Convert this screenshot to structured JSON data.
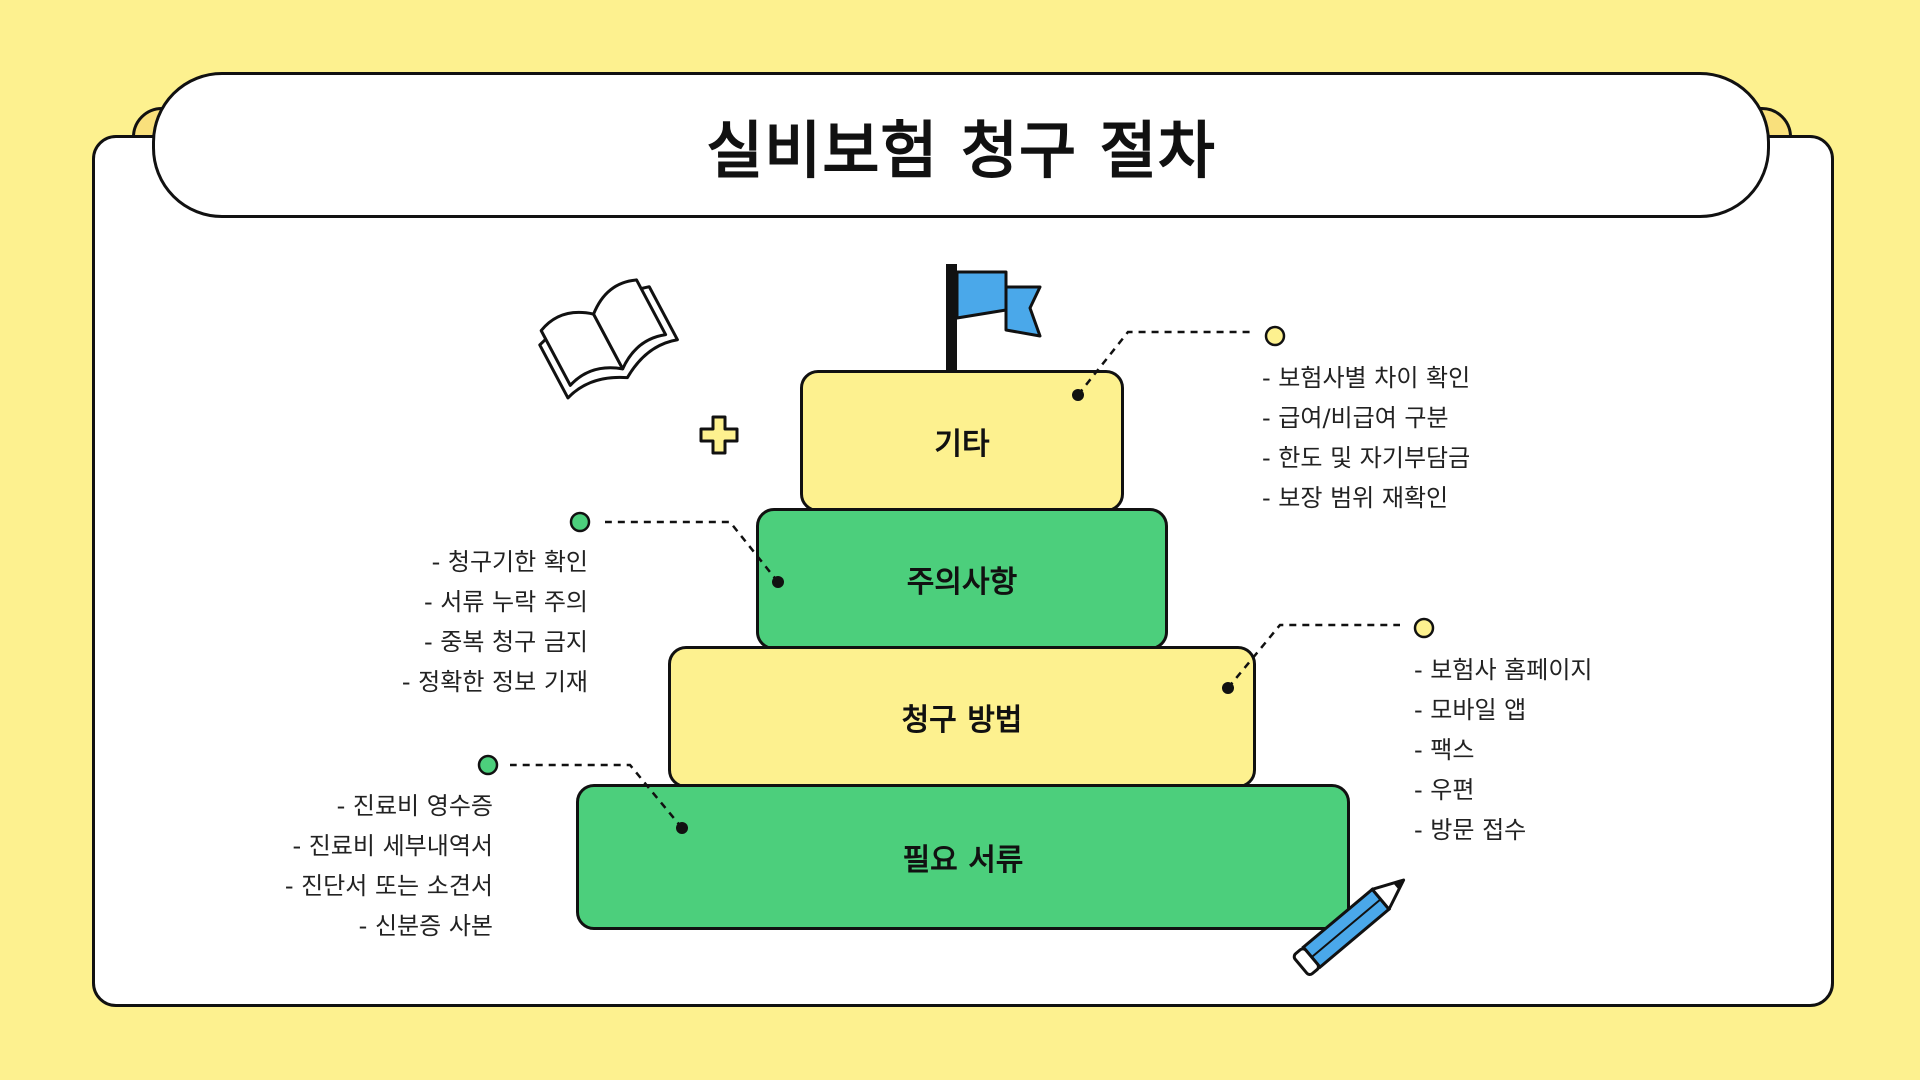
{
  "title": "실비보험 청구 절차",
  "steps": {
    "top": {
      "label": "기타"
    },
    "second": {
      "label": "주의사항"
    },
    "third": {
      "label": "청구 방법"
    },
    "bottom": {
      "label": "필요 서류"
    }
  },
  "notes": {
    "etc": [
      "- 보험사별 차이 확인",
      "- 급여/비급여 구분",
      "- 한도 및 자기부담금",
      "- 보장 범위 재확인"
    ],
    "cautions": [
      "- 청구기한 확인",
      "- 서류 누락 주의",
      "- 중복 청구 금지",
      "- 정확한 정보 기재"
    ],
    "methods": [
      "- 보험사 홈페이지",
      "- 모바일 앱",
      "- 팩스",
      "- 우편",
      "- 방문 접수"
    ],
    "documents": [
      "- 진료비 영수증",
      "- 진료비 세부내역서",
      "- 진단서 또는 소견서",
      "- 신분증 사본"
    ]
  },
  "colors": {
    "background": "#fdf18f",
    "yellow_step": "#fdf18f",
    "green_step": "#4ccf7c",
    "flag": "#4aa8ea",
    "pencil": "#4aa8ea",
    "outline": "#111111"
  },
  "icons": [
    "open-book-icon",
    "plus-icon",
    "flag-icon",
    "pencil-icon"
  ]
}
